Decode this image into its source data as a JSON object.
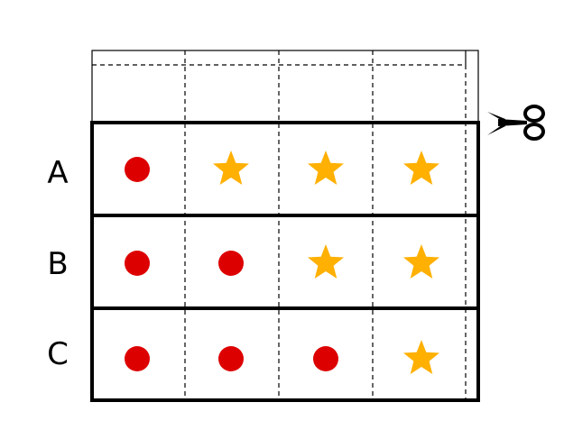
{
  "colors": {
    "circle": "#dd0000",
    "star": "#ffb000",
    "line": "#000000"
  },
  "rows": [
    {
      "label": "A",
      "cells": [
        "circle",
        "star",
        "star",
        "star"
      ]
    },
    {
      "label": "B",
      "cells": [
        "circle",
        "circle",
        "star",
        "star"
      ]
    },
    {
      "label": "C",
      "cells": [
        "circle",
        "circle",
        "circle",
        "star"
      ]
    }
  ],
  "scissors_icon": "scissors-icon"
}
